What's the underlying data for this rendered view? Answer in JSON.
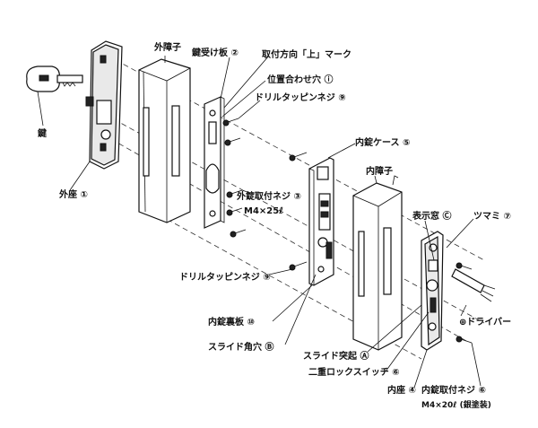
{
  "labels": {
    "key": "鍵",
    "outer_seat": "外座 ①",
    "outer_frame": "外障子",
    "strike_plate": "鍵受け板 ②",
    "mount_direction_mark": "取付方向「上」マーク",
    "alignment_hole": "位置合わせ穴 ⓘ",
    "drill_tapping_screw_top": "ドリルタッピンネジ ⑨",
    "inner_case": "内錠ケース ⑤",
    "inner_frame": "内障子",
    "outer_mount_screw": "外錠取付ネジ ③",
    "outer_mount_screw_size": "M4×25ℓ",
    "indicator_window": "表示窓 Ⓒ",
    "knob": "ツマミ ⑦",
    "drill_tapping_screw_bottom": "ドリルタッピンネジ ⑨",
    "screwdriver": "⊕ドライバー",
    "inner_back_plate": "内錠裏板 ⑩",
    "slide_square_hole": "スライド角穴 Ⓑ",
    "slide_protrusion": "スライド突起 Ⓐ",
    "double_lock_switch": "二重ロックスイッチ ⑥",
    "inner_seat": "内座 ④",
    "inner_mount_screw": "内錠取付ネジ ⑥",
    "inner_mount_screw_size": "M4×20ℓ (銀塗装)"
  }
}
